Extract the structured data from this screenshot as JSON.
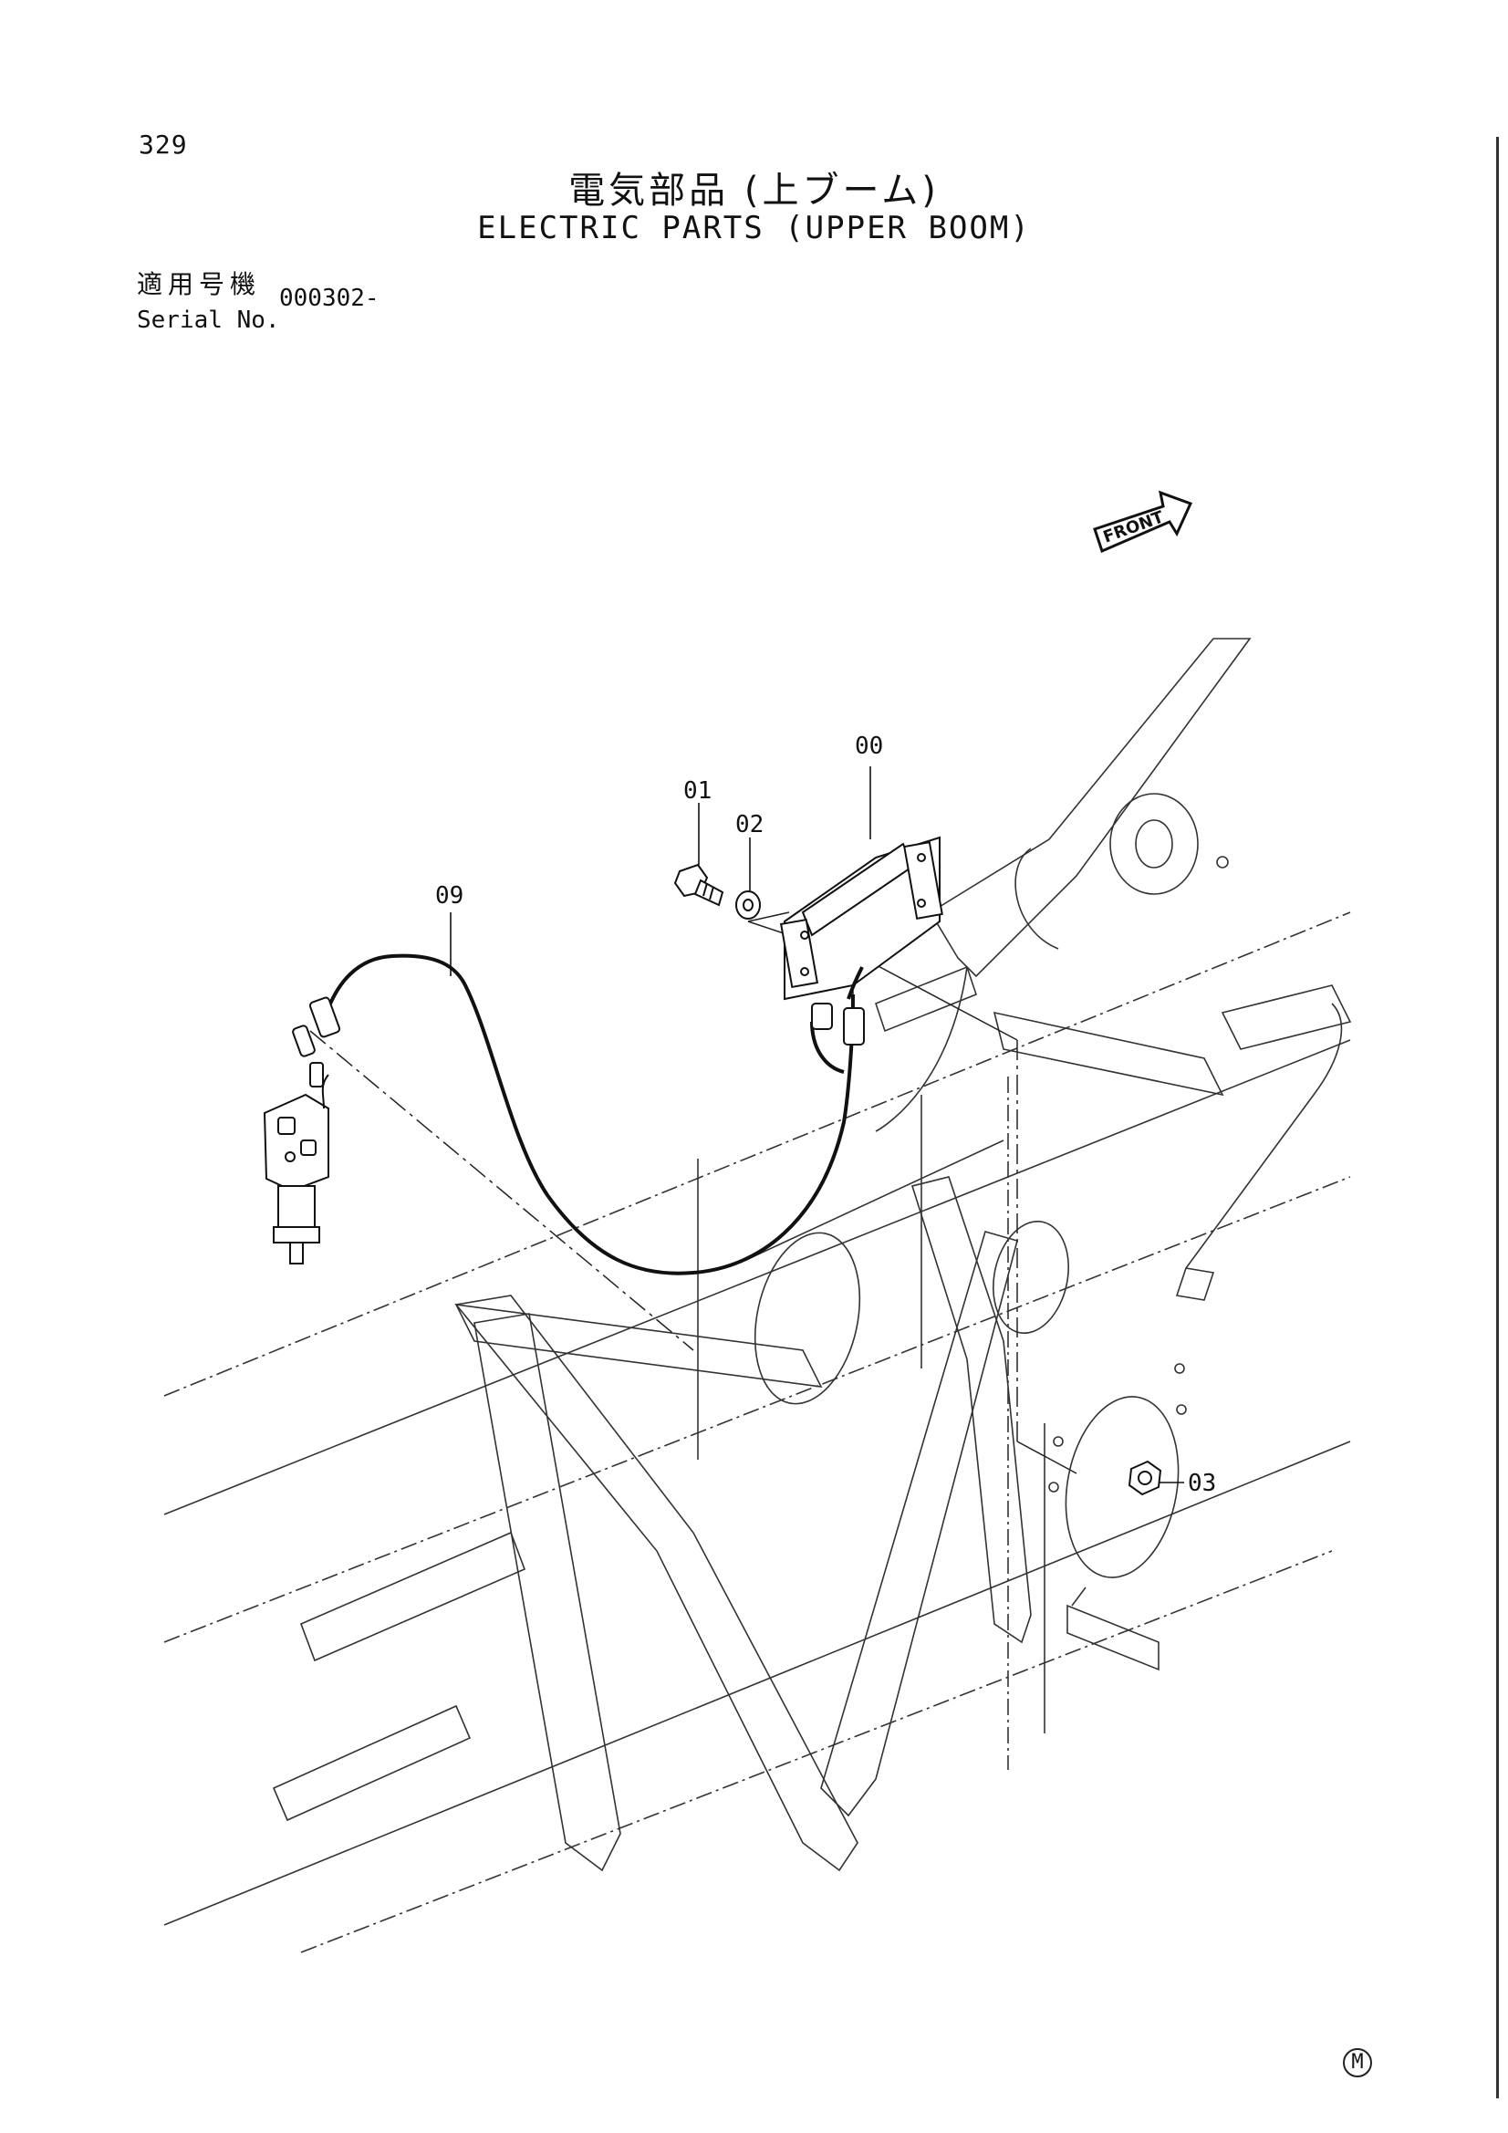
{
  "header": {
    "page_number": "329",
    "title_jp": "電気部品 (上ブーム)",
    "title_en": "ELECTRIC PARTS (UPPER BOOM)",
    "serial_label_jp": "適用号機",
    "serial_label_en": "Serial No.",
    "serial_value": "000302-"
  },
  "diagram": {
    "front_label": "FRONT",
    "callouts": {
      "part_00": "00",
      "part_01": "01",
      "part_02": "02",
      "part_03": "03",
      "part_09": "09"
    }
  },
  "footer": {
    "marker": "M"
  }
}
